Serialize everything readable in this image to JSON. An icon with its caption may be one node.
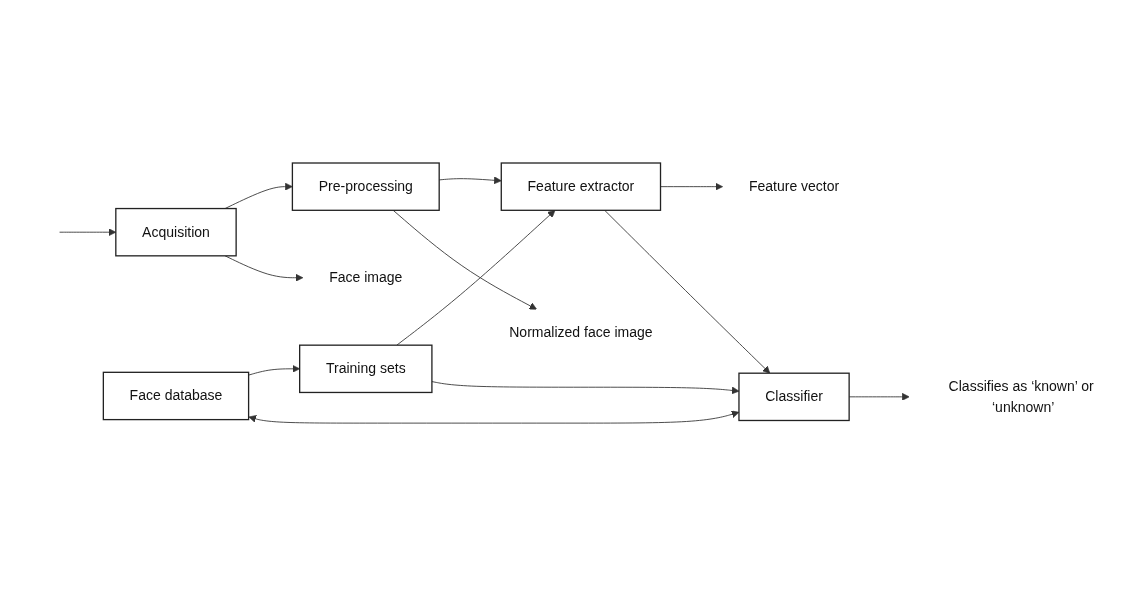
{
  "diagram": {
    "nodes": [
      {
        "text": [
          "Acquisition"
        ]
      },
      {
        "text": [
          "Pre-processing"
        ]
      },
      {
        "text": [
          "Feature extractor"
        ]
      },
      {
        "text": [
          "Face database"
        ]
      },
      {
        "text": [
          "Training sets"
        ]
      },
      {
        "text": [
          "Classifier"
        ]
      },
      {
        "text": [
          "Face image"
        ]
      },
      {
        "text": [
          "Normalized face image"
        ]
      },
      {
        "text": [
          "Feature vector"
        ]
      },
      {
        "text": [
          "Classifies as ‘known’ or ‘unknown’"
        ]
      }
    ],
    "edges": [
      {
        "from": null,
        "to": 0,
        "arrow": "to"
      },
      {
        "from": 0,
        "to": 1,
        "arrow": "to"
      },
      {
        "from": 0,
        "to": 6,
        "arrow": "to"
      },
      {
        "from": 1,
        "to": 2,
        "arrow": "to"
      },
      {
        "from": 1,
        "to": 7,
        "arrow": "to"
      },
      {
        "from": 2,
        "to": 8,
        "arrow": "to"
      },
      {
        "from": 2,
        "to": 5,
        "arrow": "to"
      },
      {
        "from": 3,
        "to": 4,
        "arrow": "to"
      },
      {
        "from": 4,
        "to": 2,
        "arrow": "to"
      },
      {
        "from": 4,
        "to": 5,
        "arrow": "to"
      },
      {
        "from": 3,
        "to": 5,
        "arrow": "both"
      },
      {
        "from": 5,
        "to": 9,
        "arrow": "to"
      }
    ]
  }
}
